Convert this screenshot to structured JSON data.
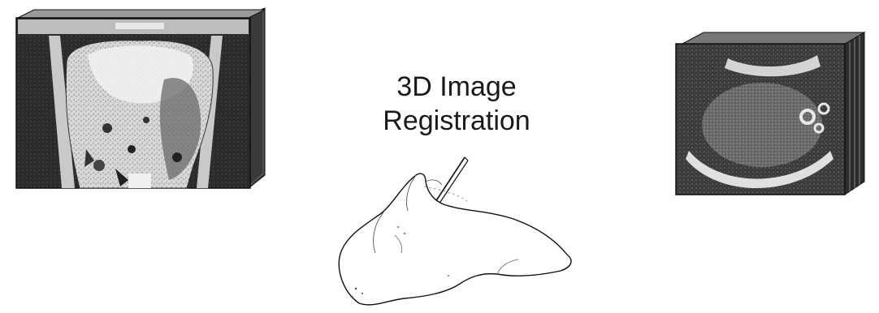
{
  "diagram": {
    "title_lines": [
      "3D Image",
      "Registration"
    ],
    "elements": {
      "left_volume": "ct-volume",
      "right_volume": "ultrasound-volume",
      "center_model": "liver-surface-model-with-needle"
    }
  }
}
